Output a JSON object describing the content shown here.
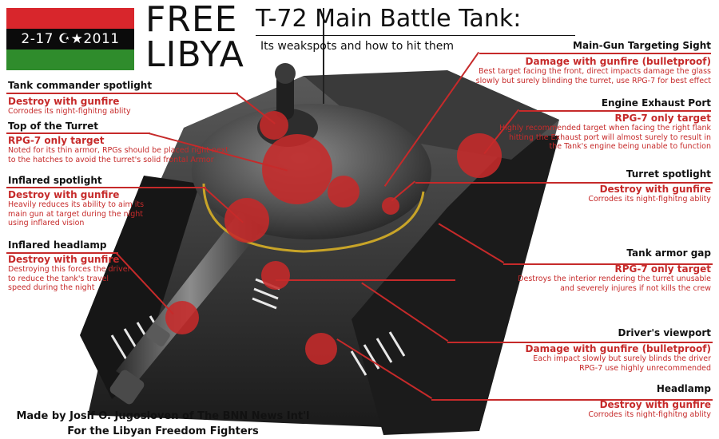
{
  "header": {
    "flag_date": "2-17 ☪★2011",
    "free_lines": [
      "FREE",
      "LIBYA"
    ],
    "title": "T-72  Main Battle Tank:",
    "subtitle": "Its weakspots and how to hit them"
  },
  "credit": {
    "line1": "Made by Josif O. Jugosloven of The BNN News Int'l",
    "line2": "For the Libyan Freedom Fighters"
  },
  "annotations": {
    "commander_spotlight": {
      "heading": "Tank commander spotlight",
      "action": "Destroy with gunfire",
      "lines": [
        "Corrodes its night-fighitng ablity"
      ]
    },
    "top_turret": {
      "heading": "Top of the Turret",
      "action": "RPG-7 only target",
      "lines": [
        "Noted for its thin armor, RPGs should be placed right next",
        "to the hatches to avoid the turret's solid frontal Armor"
      ]
    },
    "infrared_spotlight": {
      "heading": "Inflared spotlight",
      "action": "Destroy with gunfire",
      "lines": [
        "Heavily reduces its ability to aim its",
        "main gun at target during the night",
        "using inflared vision"
      ]
    },
    "infrared_headlamp": {
      "heading": "Inflared headlamp",
      "action": "Destroy with gunfire",
      "lines": [
        "Destroying this forces the driver",
        "to reduce the tank's travel",
        "speed during the night"
      ]
    },
    "targeting_sight": {
      "heading": "Main-Gun Targeting Sight",
      "action": "Damage with gunfire (bulletproof)",
      "lines": [
        "Best target facing the front, direct impacts damage the glass",
        "slowly but surely blinding the turret, use RPG-7 for best effect"
      ]
    },
    "exhaust_port": {
      "heading": "Engine Exhaust Port",
      "action": "RPG-7 only target",
      "lines": [
        "Highly recommended target when facing the right flank",
        "hitting the Exhaust port will almost surely to result in",
        "the Tank's engine being unable to function"
      ]
    },
    "turret_spotlight": {
      "heading": "Turret spotlight",
      "action": "Destroy with gunfire",
      "lines": [
        "Corrodes its night-fighitng ablity"
      ]
    },
    "armor_gap": {
      "heading": "Tank armor gap",
      "action": "RPG-7 only target",
      "lines": [
        "Destroys the interior rendering the turret unusable",
        "and severely injures if not kills the crew"
      ]
    },
    "drivers_viewport": {
      "heading": "Driver's viewport",
      "action": "Damage with gunfire (bulletproof)",
      "lines": [
        "Each impact slowly but surely blinds the driver",
        "RPG-7 use highly unrecommended"
      ]
    },
    "headlamp": {
      "heading": "Headlamp",
      "action": "Destroy with gunfire",
      "lines": [
        "Corrodes its night-fighitng ablity"
      ]
    }
  },
  "colors": {
    "annotation_red": "#c62a2a",
    "flag_red": "#d8262c",
    "flag_black": "#0b0b0b",
    "flag_green": "#2f8c2c",
    "target_yellow": "#c8a428"
  }
}
